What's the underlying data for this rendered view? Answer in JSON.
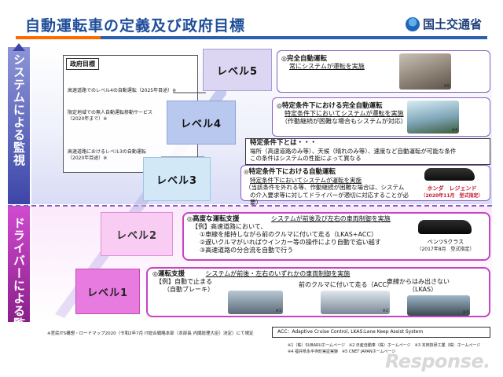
{
  "header": {
    "title": "自動運転車の定義及び政府目標",
    "ministry": "国土交通省"
  },
  "axis": {
    "system": "システムによる監視",
    "driver": "ドライバーによる監視"
  },
  "government_targets": {
    "title": "政府目標",
    "items": [
      "高速道路でのレベル4の自動運転（2025年目途）※",
      "限定地域での無人自動運転移動サービス（2020年まで）※",
      "高速道路におけるレベル3の自動運転（2020年目途）※"
    ]
  },
  "levels": [
    {
      "label": "レベル5",
      "head": "完全自動運転",
      "lines": [
        "常にシステムが運転を実施"
      ]
    },
    {
      "label": "レベル4",
      "head": "特定条件下における完全自動運転",
      "lines": [
        "特定条件下においてシステムが運転を実施",
        "（作動継続が困難な場合もシステムが対応）"
      ]
    },
    {
      "label": "レベル3",
      "head": "特定条件下における自動運転",
      "lines": [
        "特定条件下においてシステムが運転を実施",
        "（当該条件を外れる等、作動継続が困難な場合は、システム",
        "の介入要求等に対してドライバーが適切に対応することが必要）"
      ]
    },
    {
      "label": "レベル2",
      "head": "高度な運転支援",
      "subhead": "システムが前後及び左右の車両制御を実施",
      "lines": [
        "【例】高速道路において、",
        "①車線を維持しながら前のクルマに付いて走る（LKAS+ACC）",
        "②遅いクルマがいればウインカー等の操作により自動で追い越す",
        "③高速道路の分合流を自動で行う"
      ]
    },
    {
      "label": "レベル1",
      "head": "運転支援",
      "subhead": "システムが前後・左右のいずれかの車両制御を実施",
      "lines": [
        "【例】自動で止まる",
        "（自動ブレーキ）"
      ]
    }
  ],
  "condition_note": {
    "head": "特定条件下とは・・・",
    "lines": [
      "場所（高速道路のみ等）、天候（晴れのみ等）、速度など自動運転が可能な条件",
      "この条件はシステムの性能によって異なる"
    ]
  },
  "level1_examples": [
    {
      "text": "前のクルマに付いて走る（ACC）",
      "note": "※2"
    },
    {
      "text": "車線からはみ出さない",
      "text2": "（LKAS）",
      "note": "※3"
    }
  ],
  "cars": {
    "honda": {
      "name": "ホンダ　レジェンド",
      "date": "（2020年11月　型式指定）"
    },
    "benz": {
      "name": "ベンツSクラス",
      "date": "（2017年8月　型式指定）"
    }
  },
  "photo_notes": {
    "p5": "※5",
    "p4": "※4",
    "p1": "※1"
  },
  "footnotes": {
    "source": "※官民ITS構想・ロードマップ2020（令和2年7月 IT総合戦略本部（本部長 内閣総理大臣）決定）にて規定",
    "acc": "ACC：Adaptive Cruise Control, LKAS:Lane Keep Assist System",
    "credits1": "※1（株）SUBARUホームページ　※2 日産自動車（株）ホームページ　※3 本田技研工業（株）ホームページ",
    "credits2": "※4 福井県永平寺町実証実験　※5 CNET JAPANホームページ"
  },
  "watermark": "Response."
}
